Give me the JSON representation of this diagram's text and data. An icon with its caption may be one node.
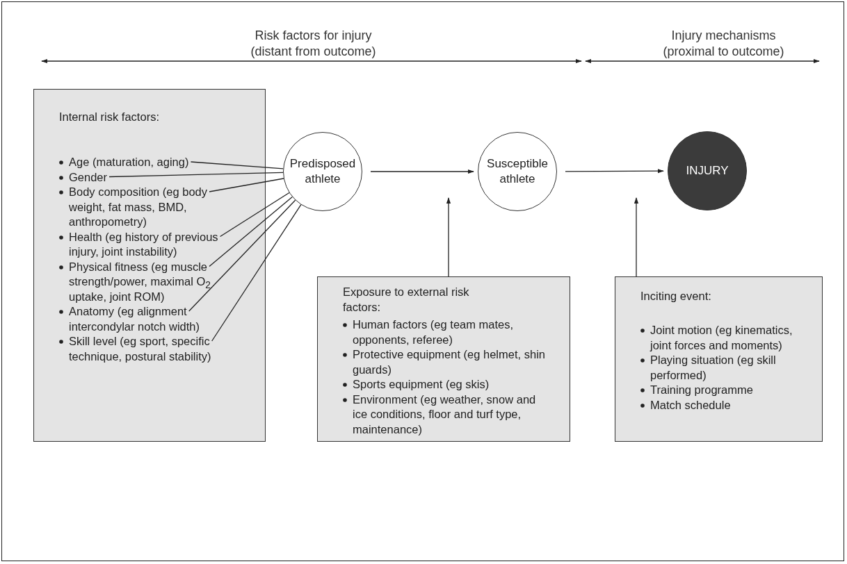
{
  "diagram": {
    "nodes": [
      {
        "text": [
          "Internal risk factors:"
        ]
      },
      {
        "text": [
          "Age (maturation, aging)"
        ],
        "in": 0
      },
      {
        "text": [
          "Gender"
        ],
        "in": 0
      },
      {
        "text": [
          "Body composition (eg body weight, fat mass, BMD, anthropometry)"
        ],
        "in": 0
      },
      {
        "text": [
          "Health (eg history of previous injury, joint instability)"
        ],
        "in": 0
      },
      {
        "text": [
          "Physical fitness (eg muscle strength/power, maximal O$_{2}$ uptake, joint ROM)"
        ],
        "in": 0
      },
      {
        "text": [
          "Anatomy (eg alignment intercondylar notch width)"
        ],
        "in": 0
      },
      {
        "text": [
          "Skill level (eg sport, specific technique, postural stability)"
        ],
        "in": 0
      },
      {
        "text": [
          "Predisposed athlete"
        ]
      },
      {
        "text": [
          "Susceptible athlete"
        ]
      },
      {
        "text": [
          "INJURY"
        ]
      },
      {
        "text": [
          "Exposure to external risk factors:",
          "Human factors (eg team mates, opponents, referee)",
          "Protective equipment (eg helmet, shin guards)",
          "Sports equipment (eg skis)",
          "Environment (eg weather, snow and ice conditions, floor and turf type, maintenance)"
        ]
      },
      {
        "text": [
          "Inciting event:",
          "Joint motion (eg kinematics, joint forces and moments)",
          "Playing situation (eg skill performed)",
          "Training programme",
          "Match schedule"
        ]
      }
    ],
    "edges": [
      {
        "from": 1,
        "to": 8,
        "arrow": "none"
      },
      {
        "from": 2,
        "to": 8,
        "arrow": "none"
      },
      {
        "from": 3,
        "to": 8,
        "arrow": "none"
      },
      {
        "from": 4,
        "to": 8,
        "arrow": "none"
      },
      {
        "from": 5,
        "to": 8,
        "arrow": "none"
      },
      {
        "from": 6,
        "to": 8,
        "arrow": "none"
      },
      {
        "from": 7,
        "to": 8,
        "arrow": "none"
      },
      {
        "from": 8,
        "to": 9,
        "arrow": "to"
      },
      {
        "from": 9,
        "to": 10,
        "arrow": "to"
      },
      {
        "from": 11,
        "to": null,
        "arrow": "to"
      },
      {
        "from": 12,
        "to": null,
        "arrow": "to"
      }
    ],
    "labels": [
      "Risk factors for injury (distant from outcome)",
      "Injury mechanisms (proximal to outcome)"
    ]
  }
}
